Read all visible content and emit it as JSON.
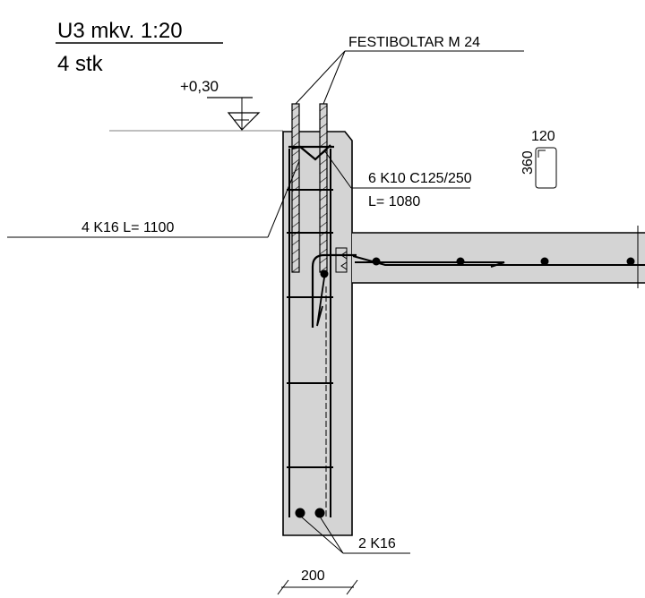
{
  "title": {
    "main": "U3 mkv. 1:20",
    "count": "4 stk"
  },
  "level": {
    "value": "+0,30"
  },
  "bolts": {
    "label": "FESTIBOLTAR M 24"
  },
  "stirrups": {
    "spec": "6 K10 C125/250",
    "length": "L= 1080"
  },
  "section_detail": {
    "width": "120",
    "height": "360"
  },
  "main_bars": {
    "label": "4 K16 L= 1100"
  },
  "bottom_bars": {
    "label": "2 K16"
  },
  "wall": {
    "thickness": "200"
  },
  "colors": {
    "concrete": "#d4d4d4",
    "line": "#000000"
  }
}
